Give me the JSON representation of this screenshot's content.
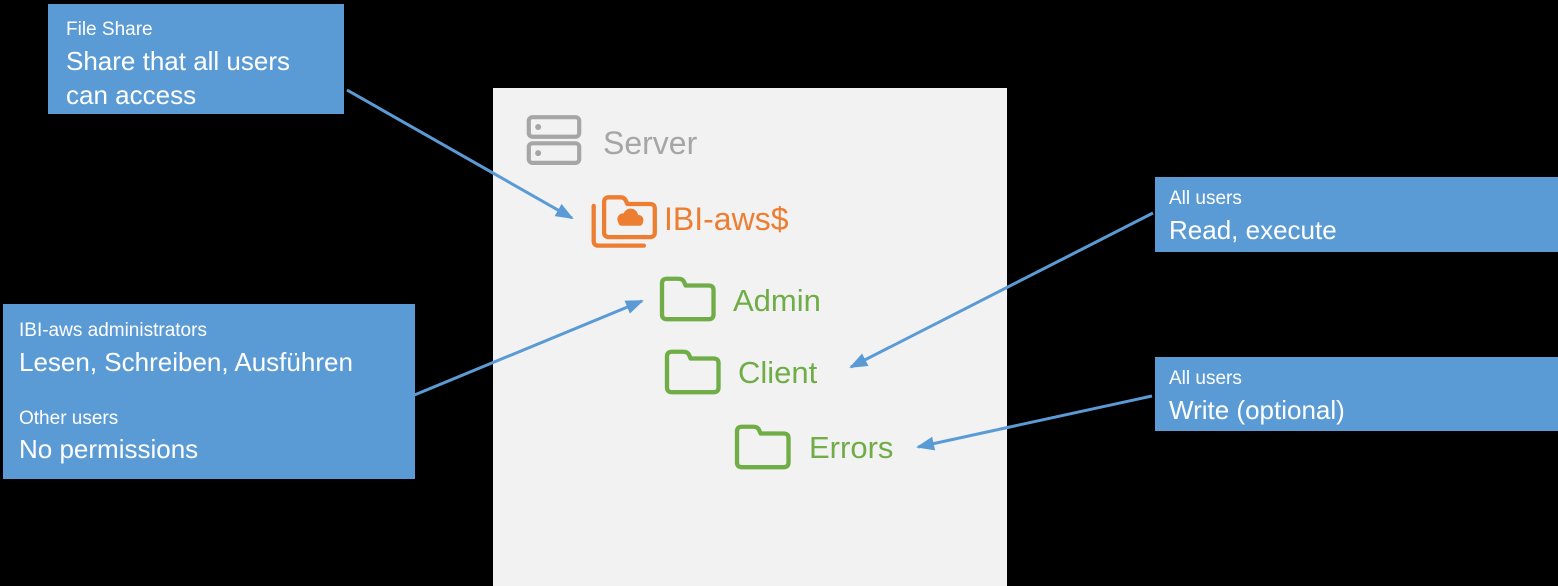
{
  "colors": {
    "background": "#000000",
    "panel": "#F2F2F2",
    "callout_blue": "#5B9BD5",
    "arrow_blue": "#5B9BD5",
    "folder_orange": "#ED7D31",
    "folder_green": "#70AD47",
    "server_gray": "#A6A6A6",
    "callout_text": "#FFFFFF"
  },
  "server": {
    "label": "Server"
  },
  "folders": [
    {
      "label": "IBI-aws$",
      "icon": "shared-cloud-folder-icon",
      "color": "#ED7D31"
    },
    {
      "label": "Admin",
      "icon": "folder-icon",
      "color": "#70AD47"
    },
    {
      "label": "Client",
      "icon": "folder-icon",
      "color": "#70AD47"
    },
    {
      "label": "Errors",
      "icon": "folder-icon",
      "color": "#70AD47"
    }
  ],
  "callouts": {
    "file_share": {
      "title": "File Share",
      "body": "Share that all users can access",
      "target": "IBI-aws$"
    },
    "admins": {
      "title": "IBI-aws administrators",
      "body": "Lesen, Schreiben, Ausführen",
      "title2": "Other users",
      "body2": "No permissions",
      "target": "Admin"
    },
    "read_execute": {
      "title": "All users",
      "body": "Read, execute",
      "target": "Client"
    },
    "write_optional": {
      "title": "All users",
      "body": "Write (optional)",
      "target": "Errors"
    }
  }
}
